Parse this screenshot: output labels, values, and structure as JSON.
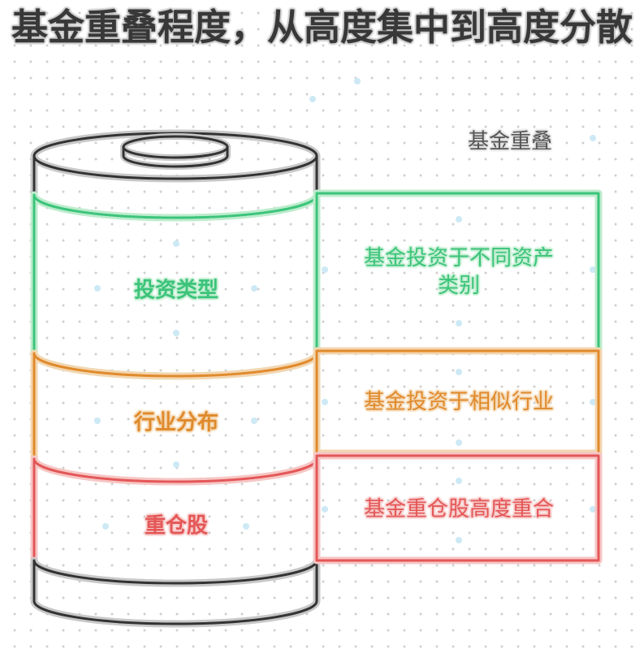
{
  "title": "基金重叠程度，从高度集中到高度分散",
  "header": "基金重叠",
  "layers": [
    {
      "label": "投资类型",
      "description": "基金投资于不同资产类别",
      "color": "#3cc47a",
      "glow": "#bdeccd"
    },
    {
      "label": "行业分布",
      "description": "基金投资于相似行业",
      "color": "#e08a2c",
      "glow": "#f3d6b0"
    },
    {
      "label": "重仓股",
      "description": "基金重仓股高度重合",
      "color": "#e45757",
      "glow": "#f6c6c5"
    }
  ],
  "colors": {
    "outline": "#333333",
    "outline_glow": "#c8c8c8",
    "title_text": "#383838",
    "title_halo": "#c4c4c4",
    "header_text": "#555555",
    "header_halo": "#dddddd",
    "decor_dot": "#cde9f5"
  }
}
